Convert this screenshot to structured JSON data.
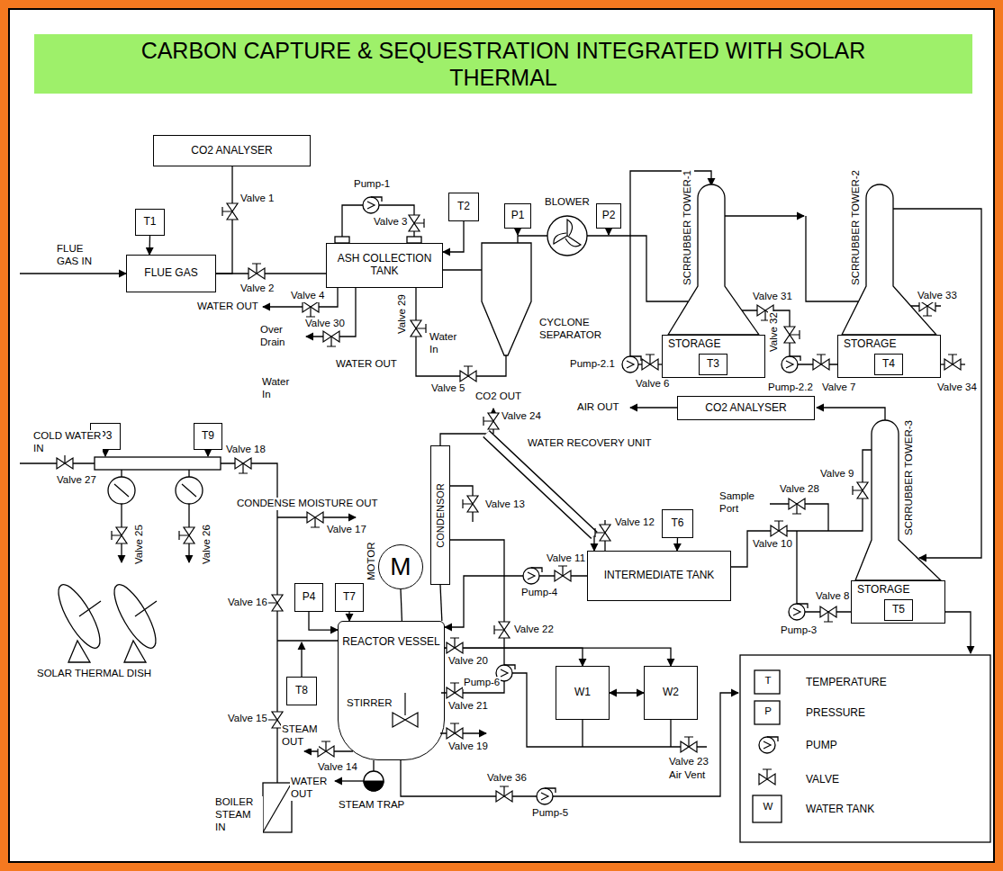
{
  "diagram": {
    "title": "CARBON CAPTURE & SEQUESTRATION INTEGRATED WITH SOLAR THERMAL",
    "nodes": [
      {
        "text": [
          "CO2 ANALYSER"
        ]
      },
      {
        "text": [
          "T1"
        ]
      },
      {
        "text": [
          "FLUE GAS"
        ]
      },
      {
        "text": [
          "ASH COLLECTION TANK"
        ]
      },
      {
        "text": [
          "T2"
        ]
      },
      {
        "text": [
          "P1"
        ]
      },
      {
        "text": [
          "P2"
        ]
      },
      {
        "text": [
          "STORAGE"
        ]
      },
      {
        "text": [
          "T3"
        ],
        "in": 7
      },
      {
        "text": [
          "STORAGE"
        ]
      },
      {
        "text": [
          "T4"
        ],
        "in": 9
      },
      {
        "text": [
          "CO2 ANALYSER"
        ]
      },
      {
        "text": [
          "P3"
        ]
      },
      {
        "text": [
          "T9"
        ]
      },
      {
        "text": [
          "INTERMEDIATE TANK"
        ]
      },
      {
        "text": [
          "T6"
        ]
      },
      {
        "text": [
          "STORAGE"
        ]
      },
      {
        "text": [
          "T5"
        ],
        "in": 16
      },
      {
        "text": [
          "P4"
        ]
      },
      {
        "text": [
          "T7"
        ]
      },
      {
        "text": [
          "M"
        ]
      },
      {
        "text": [
          "REACTOR VESSEL"
        ]
      },
      {
        "text": [
          "CONDENSOR"
        ]
      },
      {
        "text": [
          "T8"
        ]
      },
      {
        "text": [
          "W1"
        ]
      },
      {
        "text": [
          "W2"
        ]
      }
    ],
    "edges": [
      {
        "from": 1,
        "to": 2,
        "arrow": "to"
      },
      {
        "from": 2,
        "to": 3,
        "arrow": "none"
      },
      {
        "from": 2,
        "to": 0,
        "arrow": "none"
      },
      {
        "from": 4,
        "to": 3,
        "arrow": "to"
      },
      {
        "from": 18,
        "to": 21,
        "arrow": "to"
      },
      {
        "from": 19,
        "to": 21,
        "arrow": "to"
      },
      {
        "from": 20,
        "to": 21,
        "arrow": "none"
      },
      {
        "from": 21,
        "to": 22,
        "arrow": "none"
      },
      {
        "from": 22,
        "to": 14,
        "arrow": "to"
      },
      {
        "from": 15,
        "to": 14,
        "arrow": "to"
      },
      {
        "from": 14,
        "to": 21,
        "arrow": "to"
      },
      {
        "from": 21,
        "to": 24,
        "arrow": "to"
      },
      {
        "from": 21,
        "to": 25,
        "arrow": "to"
      },
      {
        "from": 24,
        "to": 25,
        "arrow": "both"
      }
    ],
    "labels": [
      "FLUE GAS IN",
      "Valve 1",
      "Valve 2",
      "Pump-1",
      "Valve 3",
      "Valve 4",
      "WATER OUT",
      "Over Drain",
      "Valve 30",
      "WATER OUT",
      "Water In",
      "Valve 29",
      "Water In",
      "Valve 5",
      "CO2 OUT",
      "CYCLONE SEPARATOR",
      "BLOWER",
      "SCRRUBBER TOWER-1",
      "SCRRUBBER TOWER-2",
      "SCRRUBBER TOWER-3",
      "Valve 31",
      "Valve 32",
      "Valve 33",
      "Valve 6",
      "Pump-2.1",
      "Valve 7",
      "Pump-2.2",
      "Valve 34",
      "AIR OUT",
      "COLD WATER IN",
      "Valve 27",
      "Valve 18",
      "CONDENSE MOISTURE OUT",
      "Valve 17",
      "Valve 25",
      "Valve 26",
      "Valve 24",
      "WATER RECOVERY UNIT",
      "Valve 12",
      "Sample Port",
      "Valve 28",
      "Valve 9",
      "Valve 10",
      "Valve 13",
      "MOTOR",
      "Valve 11",
      "Pump-4",
      "Valve 8",
      "Pump-3",
      "Valve 16",
      "SOLAR THERMAL DISH",
      "Valve 20",
      "Valve 22",
      "Pump-6",
      "STIRRER",
      "Valve 21",
      "Valve 19",
      "Valve 15",
      "STEAM OUT",
      "Valve 14",
      "BOILER STEAM IN",
      "WATER OUT",
      "STEAM TRAP",
      "Valve 23",
      "Air Vent",
      "Valve 36",
      "Pump-5",
      "T",
      "P",
      "W"
    ],
    "legend": [
      {
        "text": "TEMPERATURE"
      },
      {
        "text": "PRESSURE"
      },
      {
        "text": "PUMP"
      },
      {
        "text": "VALVE"
      },
      {
        "text": "WATER TANK"
      }
    ]
  }
}
